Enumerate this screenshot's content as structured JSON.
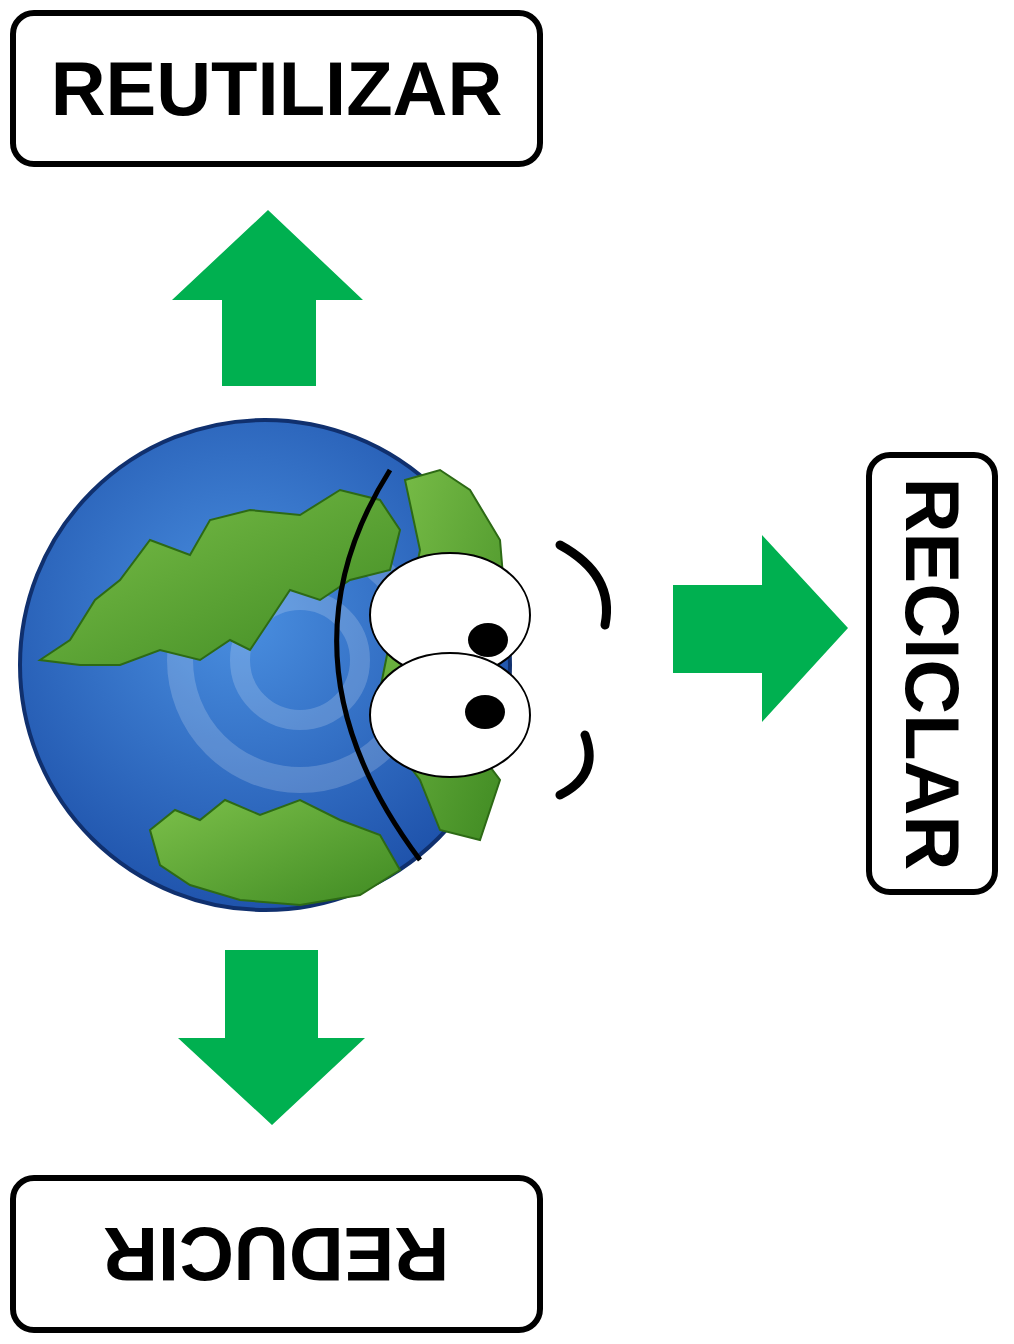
{
  "diagram": {
    "nodes": [
      {
        "text": [
          "REUTILIZAR"
        ]
      },
      {
        "text": [
          "RECICLAR"
        ]
      },
      {
        "text": [
          "REDUCIR"
        ]
      }
    ]
  }
}
